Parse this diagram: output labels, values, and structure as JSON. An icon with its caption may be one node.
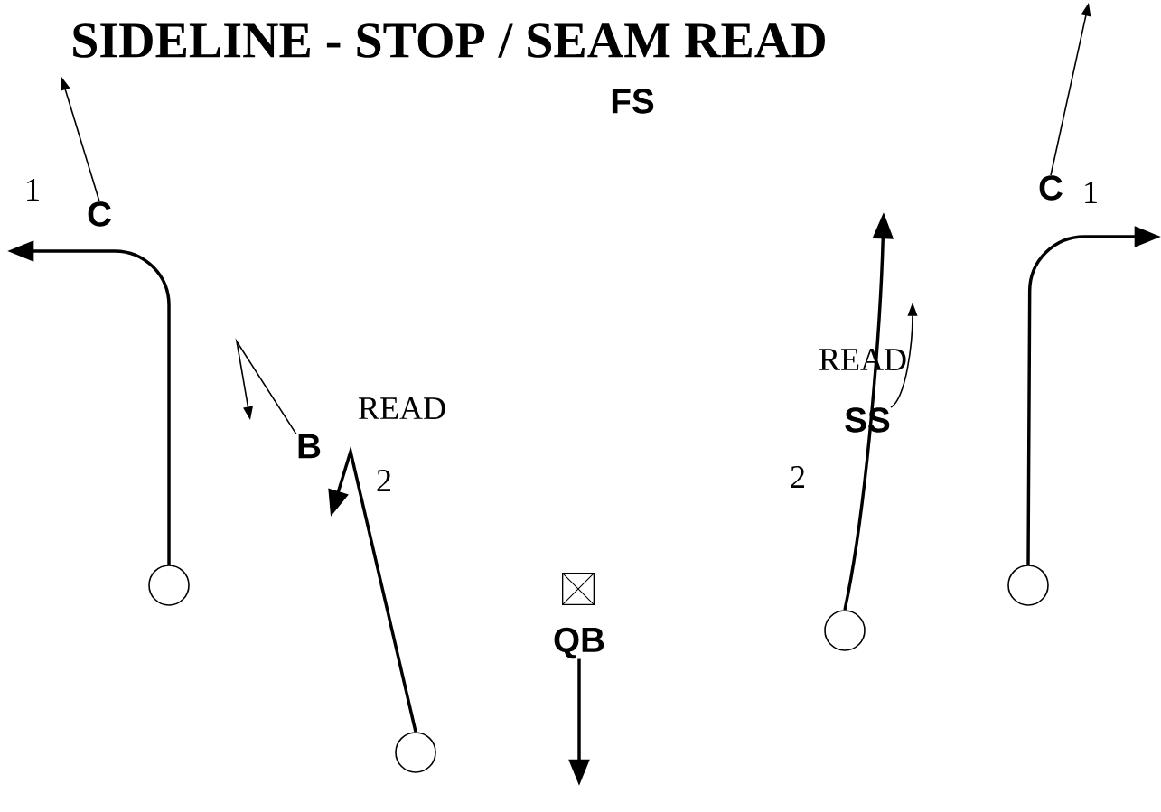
{
  "diagram": {
    "title": "SIDELINE - STOP / SEAM READ",
    "nodes": [
      {
        "text": [
          "FS"
        ]
      },
      {
        "text": [
          "C"
        ]
      },
      {
        "text": [
          "C"
        ]
      },
      {
        "text": [
          "B"
        ]
      },
      {
        "text": [
          "SS"
        ]
      },
      {
        "text": [
          "QB"
        ]
      },
      {
        "text": [],
        "shape": "circle"
      },
      {
        "text": [],
        "shape": "circle"
      },
      {
        "text": [],
        "shape": "box"
      },
      {
        "text": [],
        "shape": "circle"
      },
      {
        "text": [],
        "shape": "circle"
      }
    ],
    "edges": [
      {
        "from": 6,
        "to": null,
        "arrow": "to"
      },
      {
        "from": 7,
        "to": null,
        "arrow": "to"
      },
      {
        "from": 9,
        "to": null,
        "arrow": "to"
      },
      {
        "from": 10,
        "to": null,
        "arrow": "to"
      },
      {
        "from": 1,
        "to": null,
        "arrow": "to"
      },
      {
        "from": 2,
        "to": null,
        "arrow": "to"
      },
      {
        "from": 3,
        "to": null,
        "arrow": "to"
      },
      {
        "from": 4,
        "to": null,
        "arrow": "to"
      },
      {
        "from": 5,
        "to": null,
        "arrow": "to"
      }
    ],
    "labels": [
      "1",
      "1",
      "READ",
      "READ",
      "2",
      "2"
    ]
  }
}
